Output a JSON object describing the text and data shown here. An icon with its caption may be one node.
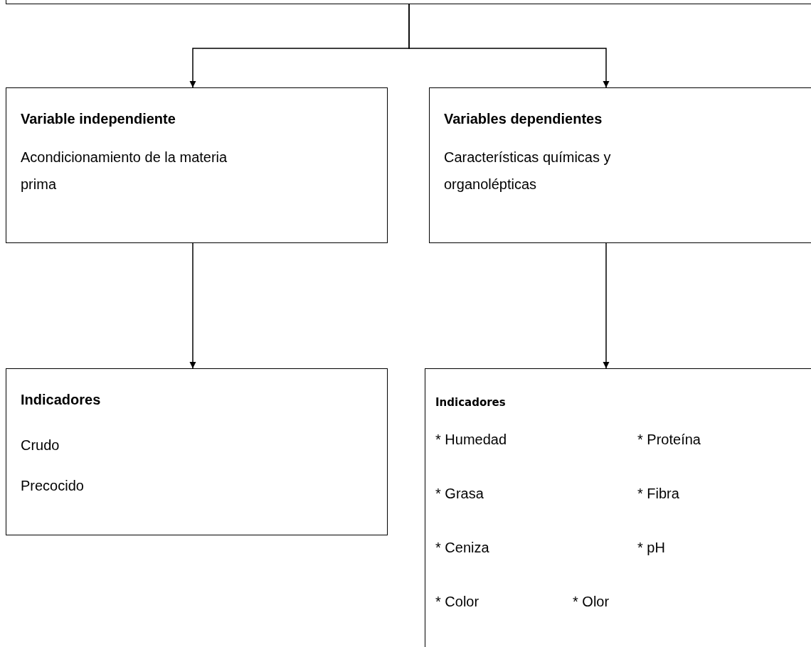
{
  "diagram": {
    "nodes": [
      {
        "text": [],
        "shape": "box"
      },
      {
        "text": [
          "Variable independiente",
          "Acondicionamiento de la materia prima"
        ]
      },
      {
        "text": [
          "Variables dependientes",
          "Características químicas y organolépticas"
        ]
      },
      {
        "text": [
          "Indicadores",
          "Crudo",
          "Precocido"
        ]
      },
      {
        "text": [
          "Indicadores",
          "* Humedad",
          "* Proteína",
          "* Grasa",
          "* Fibra",
          "* Ceniza",
          "* pH",
          "* Color",
          "* Olor"
        ]
      }
    ],
    "edges": [
      {
        "from": 0,
        "to": 1,
        "arrow": "to"
      },
      {
        "from": 0,
        "to": 2,
        "arrow": "to"
      },
      {
        "from": 1,
        "to": 3,
        "arrow": "to"
      },
      {
        "from": 2,
        "to": 4,
        "arrow": "to"
      }
    ]
  }
}
